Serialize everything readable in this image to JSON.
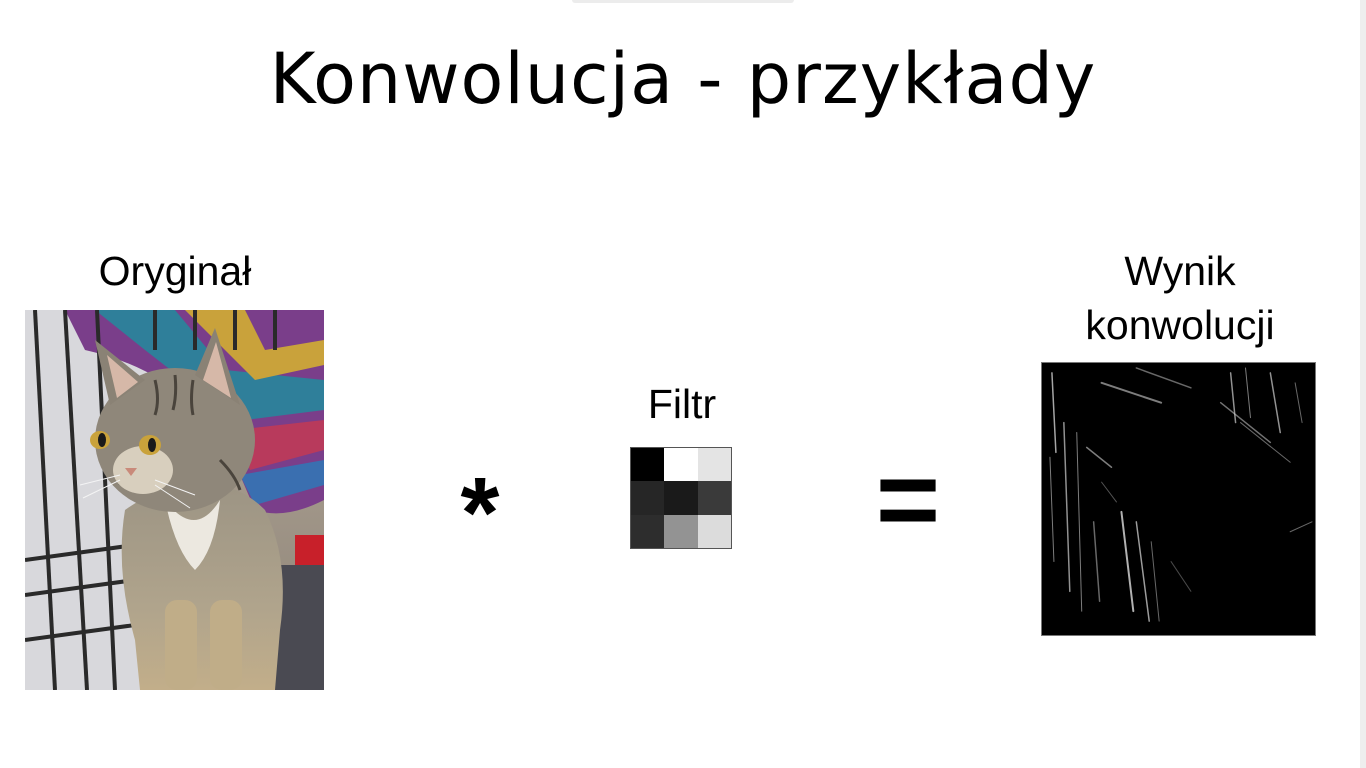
{
  "slide": {
    "title": "Konwolucja - przykłady"
  },
  "labels": {
    "original": "Oryginał",
    "filter": "Filtr",
    "result_line1": "Wynik",
    "result_line2": "konwolucji"
  },
  "operators": {
    "convolve": "*",
    "equals": "="
  },
  "filter": {
    "cells": [
      "#000000",
      "#ffffff",
      "#e4e4e4",
      "#262626",
      "#1a1a1a",
      "#3a3a3a",
      "#2d2d2d",
      "#939393",
      "#dcdcdc"
    ]
  }
}
